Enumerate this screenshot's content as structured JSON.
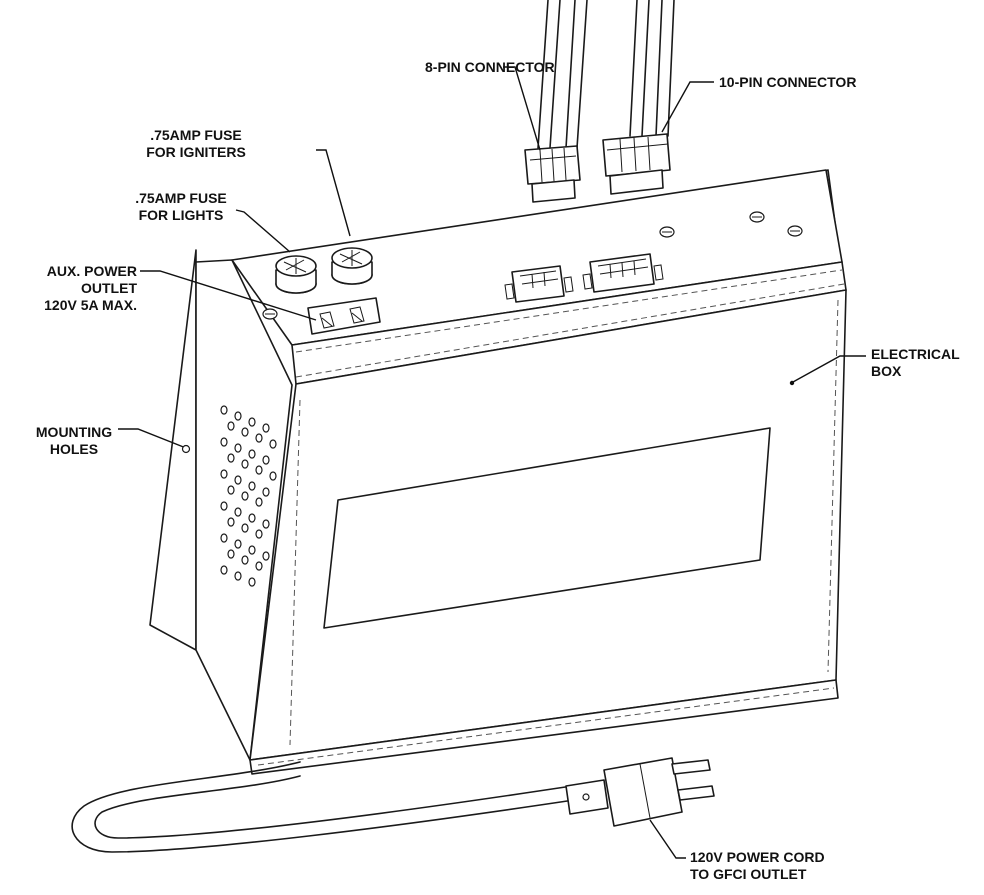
{
  "labels": {
    "pin8": "8-PIN CONNECTOR",
    "pin10": "10-PIN CONNECTOR",
    "fuse_igniters": [
      ".75AMP FUSE",
      "FOR IGNITERS"
    ],
    "fuse_lights": [
      ".75AMP FUSE",
      "FOR LIGHTS"
    ],
    "aux_outlet": [
      "AUX. POWER",
      "OUTLET",
      "120V 5A MAX."
    ],
    "mounting_holes": [
      "MOUNTING",
      "HOLES"
    ],
    "electrical_box": [
      "ELECTRICAL",
      "BOX"
    ],
    "power_cord": [
      "120V POWER CORD",
      "TO GFCI OUTLET"
    ]
  }
}
